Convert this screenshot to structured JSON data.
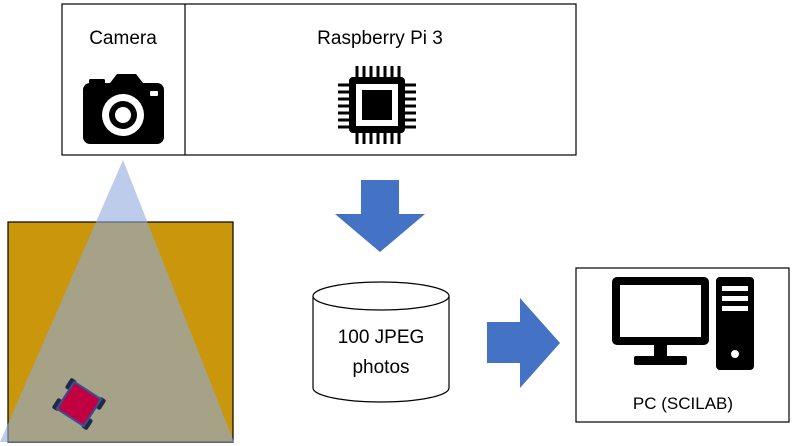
{
  "camera": {
    "label": "Camera",
    "icon": "camera-icon"
  },
  "raspberry_pi": {
    "label": "Raspberry Pi 3",
    "icon": "cpu-chip-icon"
  },
  "storage": {
    "line1": "100 JPEG",
    "line2": "photos",
    "icon": "database-cylinder"
  },
  "pc": {
    "label": "PC (SCILAB)",
    "icons": [
      "monitor-icon",
      "computer-tower-icon"
    ]
  },
  "arena": {
    "icon": "robot-icon"
  },
  "colors": {
    "arrow": "#4472C4",
    "arena_fill": "#C9960C",
    "camera_cone": "#8FAADC",
    "robot_body": "#C00040",
    "robot_outline": "#2F5597",
    "robot_wheel": "#1F2A44"
  }
}
